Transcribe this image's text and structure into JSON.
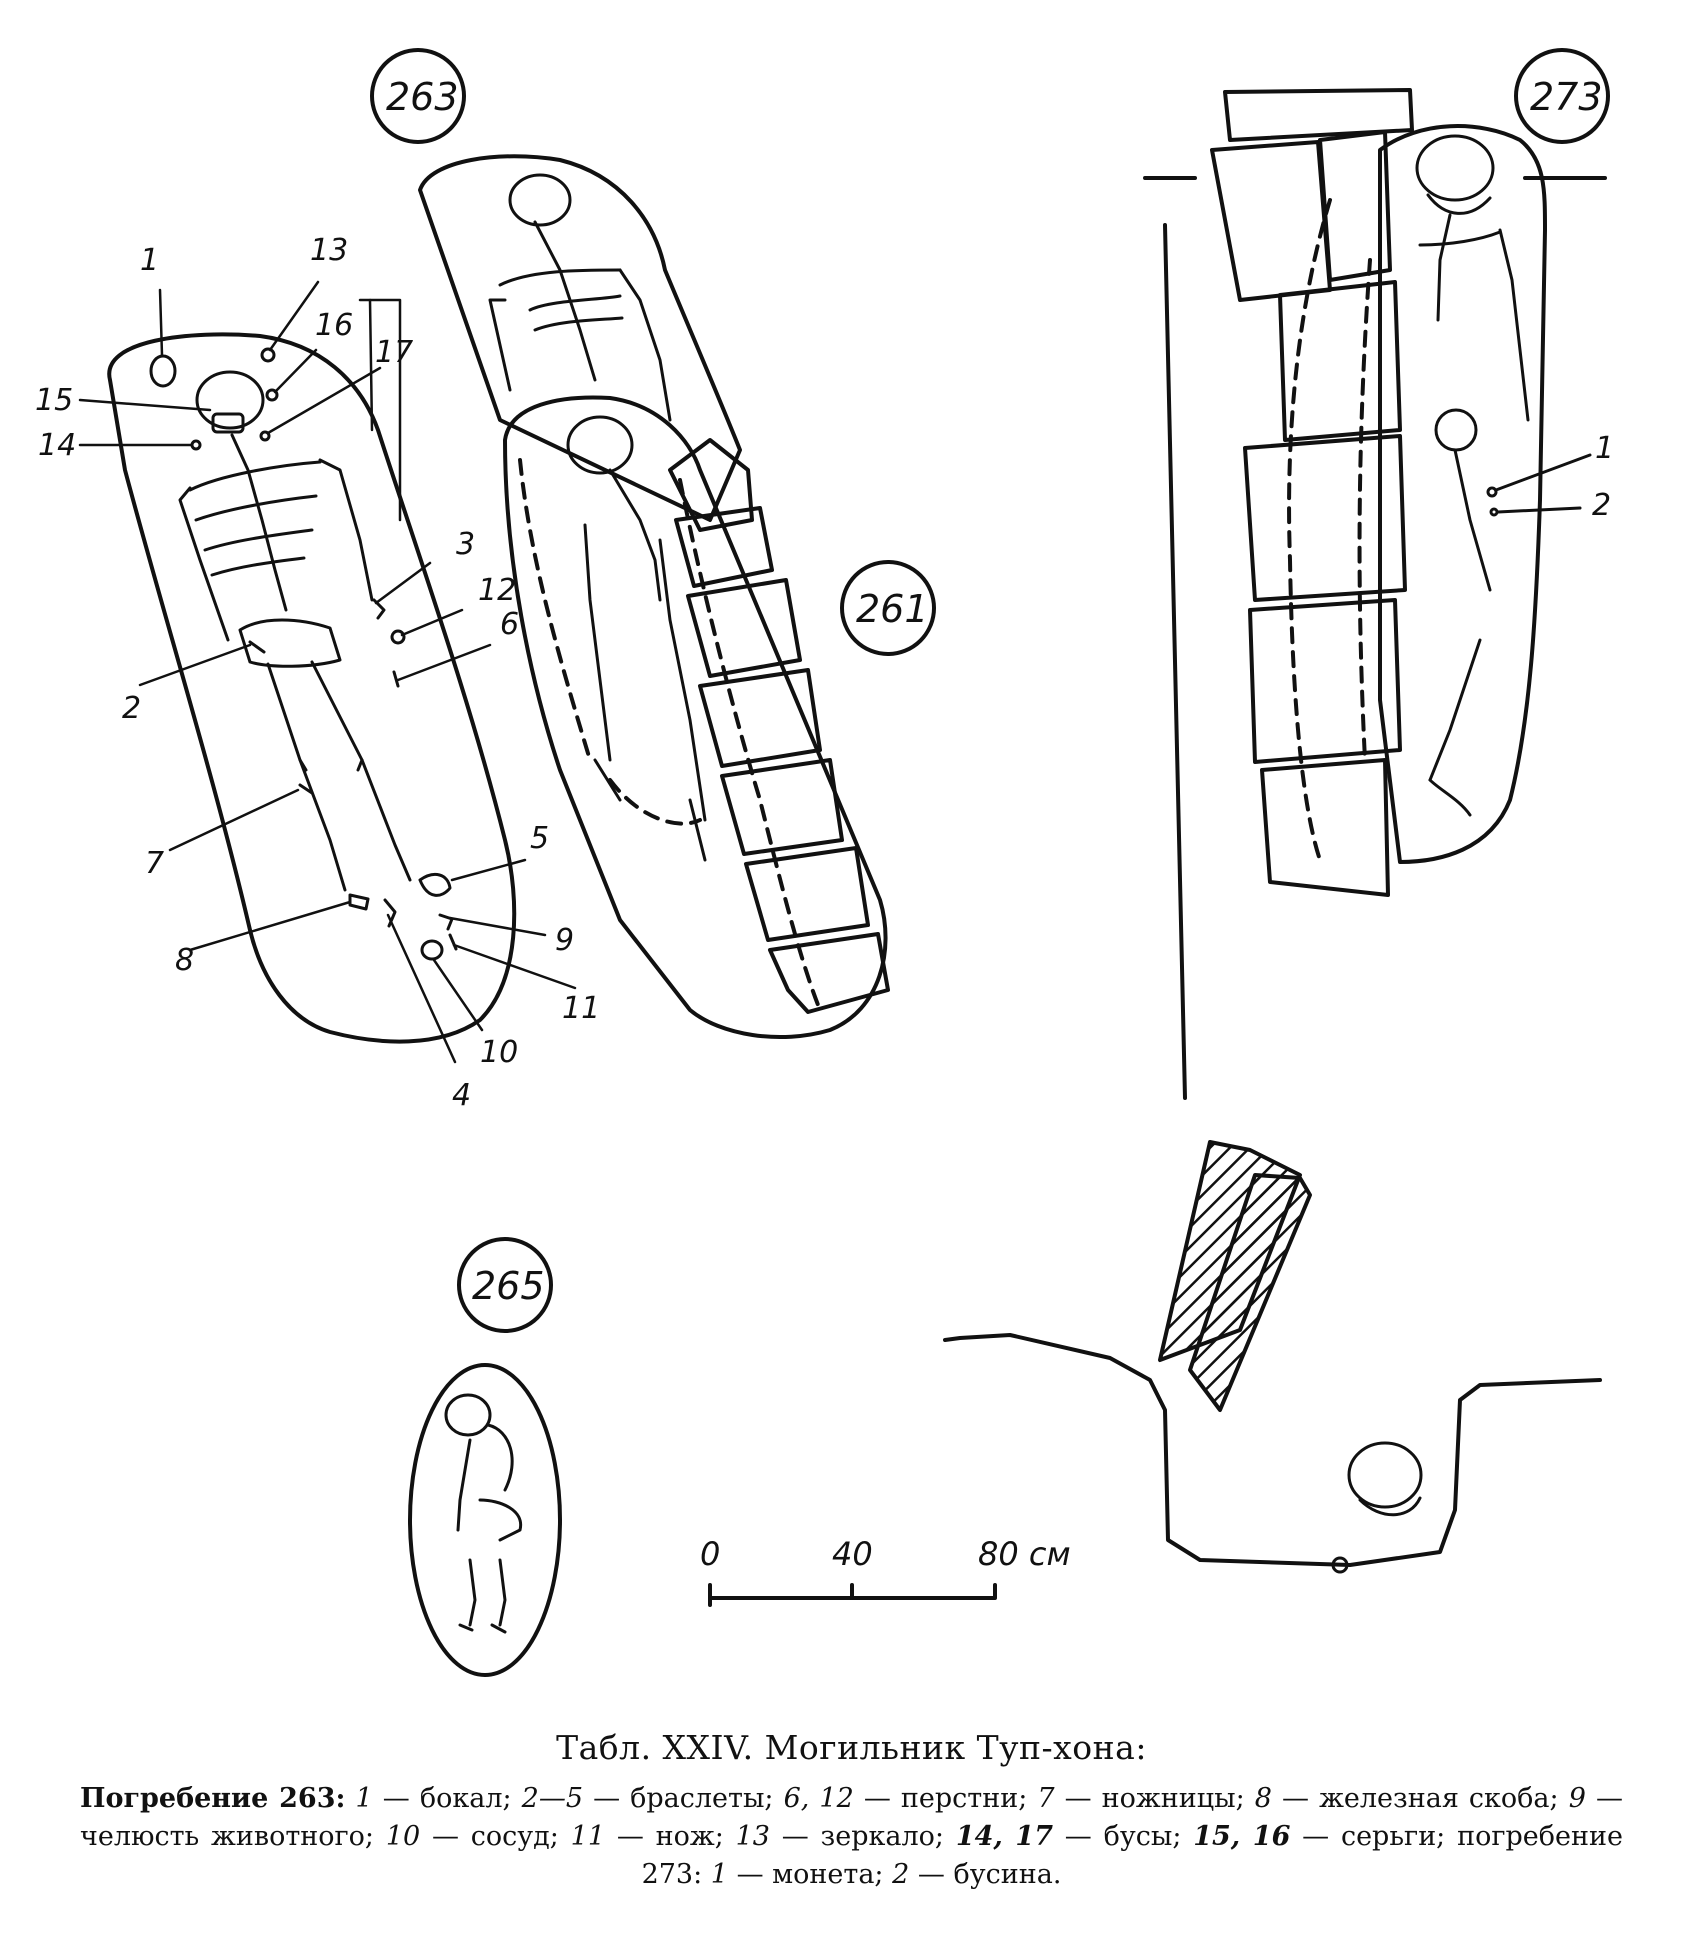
{
  "graves": {
    "g263": "263",
    "g261": "261",
    "g273": "273",
    "g265": "265"
  },
  "labels263": [
    "1",
    "2",
    "3",
    "4",
    "5",
    "6",
    "7",
    "8",
    "9",
    "10",
    "11",
    "12",
    "13",
    "14",
    "15",
    "16",
    "17"
  ],
  "labels273": [
    "1",
    "2"
  ],
  "scale": {
    "t0": "0",
    "t40": "40",
    "t80": "80 см"
  },
  "caption": {
    "title": "Табл. XXIV. Могильник Туп-хона:",
    "p1_head": "Погребение 263:",
    "n1": "1",
    "t1": "— бокал;",
    "n2": "2—5",
    "t2": "— браслеты;",
    "n3": "6,  12",
    "t3": "— перстни;",
    "n4": "7",
    "t4": "— ножницы;",
    "n5": "8",
    "t5": "— железная скоба;",
    "n6": "9",
    "t6": "— челюсть животного;",
    "n7": "10",
    "t7": "— сосуд;",
    "n8": "11",
    "t8": "— нож;",
    "n9": "13",
    "t9": "— зеркало;",
    "n10": "14,  17",
    "t10": "— бусы;",
    "n11": "15,  16",
    "t11": "— серьги;",
    "p2_head": "погребение 273:",
    "n12": "1",
    "t12": "— монета;",
    "n13": "2",
    "t13": "— бусина."
  }
}
